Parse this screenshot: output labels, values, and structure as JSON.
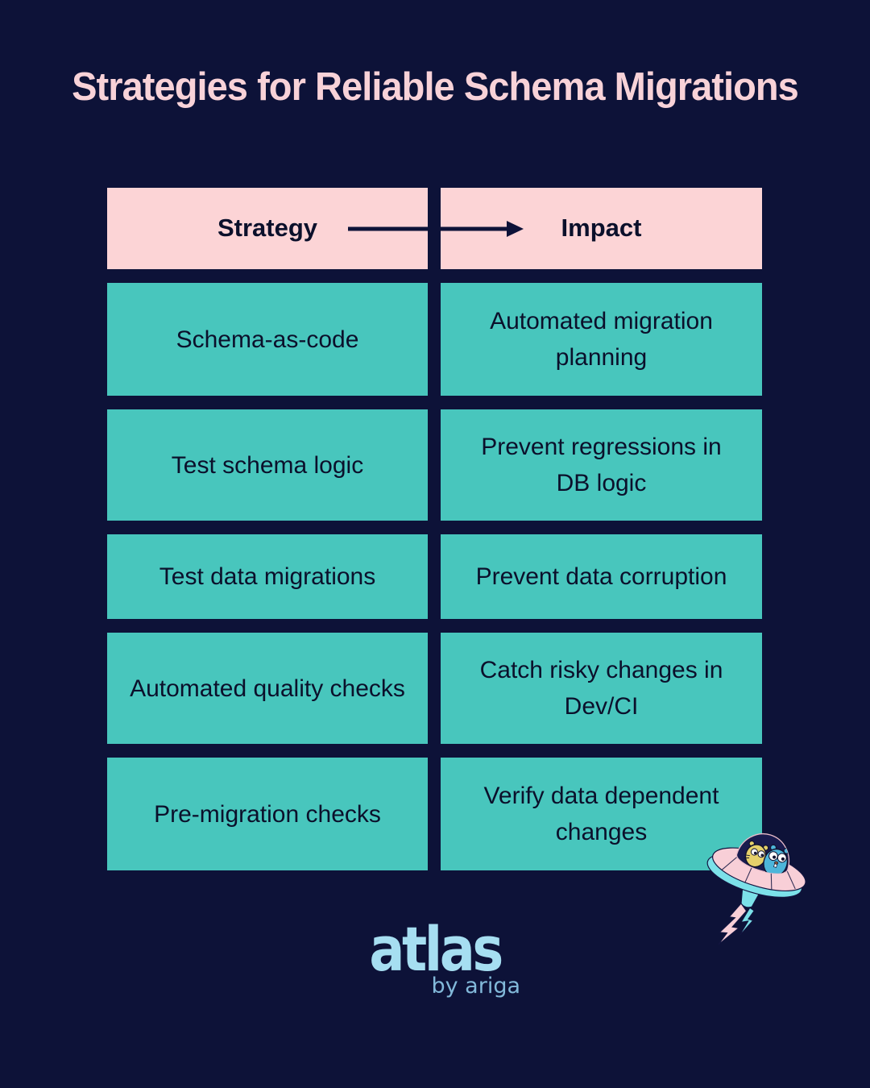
{
  "title": "Strategies for Reliable Schema Migrations",
  "table": {
    "headers": {
      "strategy": "Strategy",
      "impact": "Impact"
    },
    "rows": [
      {
        "strategy": "Schema-as-code",
        "impact": "Automated migration planning"
      },
      {
        "strategy": "Test schema logic",
        "impact": "Prevent regressions in DB logic"
      },
      {
        "strategy": "Test data migrations",
        "impact": "Prevent data corruption"
      },
      {
        "strategy": "Automated quality checks",
        "impact": "Catch risky changes in Dev/CI"
      },
      {
        "strategy": "Pre-migration checks",
        "impact": "Verify data dependent changes"
      }
    ]
  },
  "footer": {
    "logo": "atlas",
    "tagline": "by ariga"
  },
  "icons": {
    "arrow": "strategy-to-impact-arrow",
    "illustration": "two-gophers-in-flying-saucer"
  },
  "colors": {
    "background_navy": "#0d1238",
    "card_teal": "#48c6bd",
    "header_pink": "#fcd4d6",
    "title_pink": "#f8d2d8",
    "text_navy": "#0b102b",
    "logo_blue": "#a6def1",
    "tagline_blue": "#82b9da",
    "ufo_pink": "#f8cfd7",
    "ufo_cyan": "#7ce1e9",
    "ufo_dome_navy": "#191b4e",
    "gopher_yellow": "#e5d06b",
    "gopher_blue": "#4db6da"
  }
}
